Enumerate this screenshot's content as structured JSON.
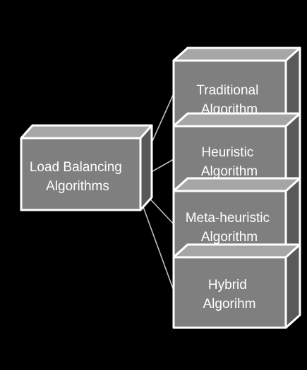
{
  "diagram": {
    "root": {
      "lines": [
        "Load Balancing",
        "Algorithms"
      ]
    },
    "children": [
      {
        "lines": [
          "Traditional",
          "Algorithm"
        ]
      },
      {
        "lines": [
          "Heuristic",
          "Algorithm"
        ]
      },
      {
        "lines": [
          "Meta-heuristic",
          "Algorithm"
        ]
      },
      {
        "lines": [
          "Hybrid",
          "Algorihm"
        ]
      }
    ],
    "colors": {
      "background": "#000000",
      "box_front": "#7f7f7f",
      "box_top": "#a6a6a6",
      "box_side": "#595959",
      "outline": "#ffffff",
      "connector": "#bfbfbf",
      "text": "#ffffff"
    }
  }
}
